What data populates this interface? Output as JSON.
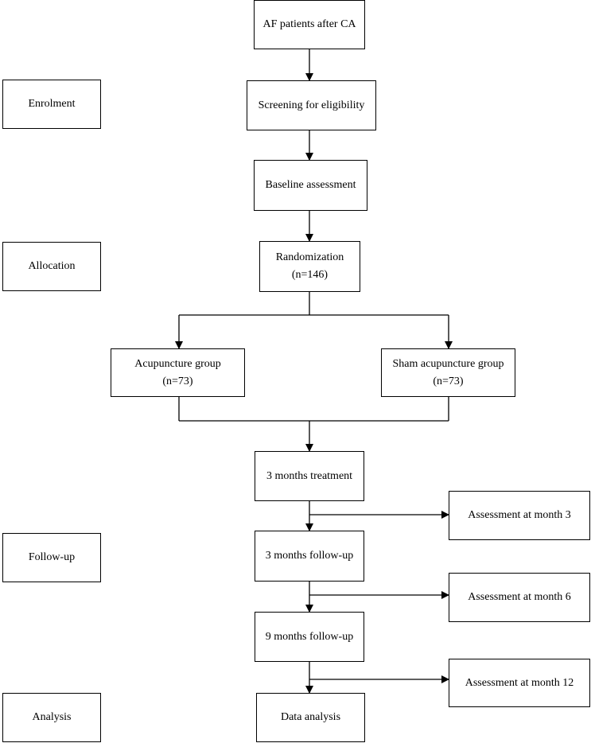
{
  "stages": {
    "enrolment": "Enrolment",
    "allocation": "Allocation",
    "followup": "Follow-up",
    "analysis": "Analysis"
  },
  "boxes": {
    "af_patients": "AF patients after CA",
    "screening": "Screening for eligibility",
    "baseline": "Baseline assessment",
    "randomization": {
      "line1": "Randomization",
      "line2": "(n=146)"
    },
    "acupuncture": {
      "line1": "Acupuncture group",
      "line2": "(n=73)"
    },
    "sham": {
      "line1": "Sham acupuncture group",
      "line2": "(n=73)"
    },
    "treatment": "3 months treatment",
    "followup3": "3 months follow-up",
    "followup9": "9 months follow-up",
    "data_analysis": "Data analysis",
    "assess3": "Assessment at month 3",
    "assess6": "Assessment at month 6",
    "assess12": "Assessment at month 12"
  }
}
